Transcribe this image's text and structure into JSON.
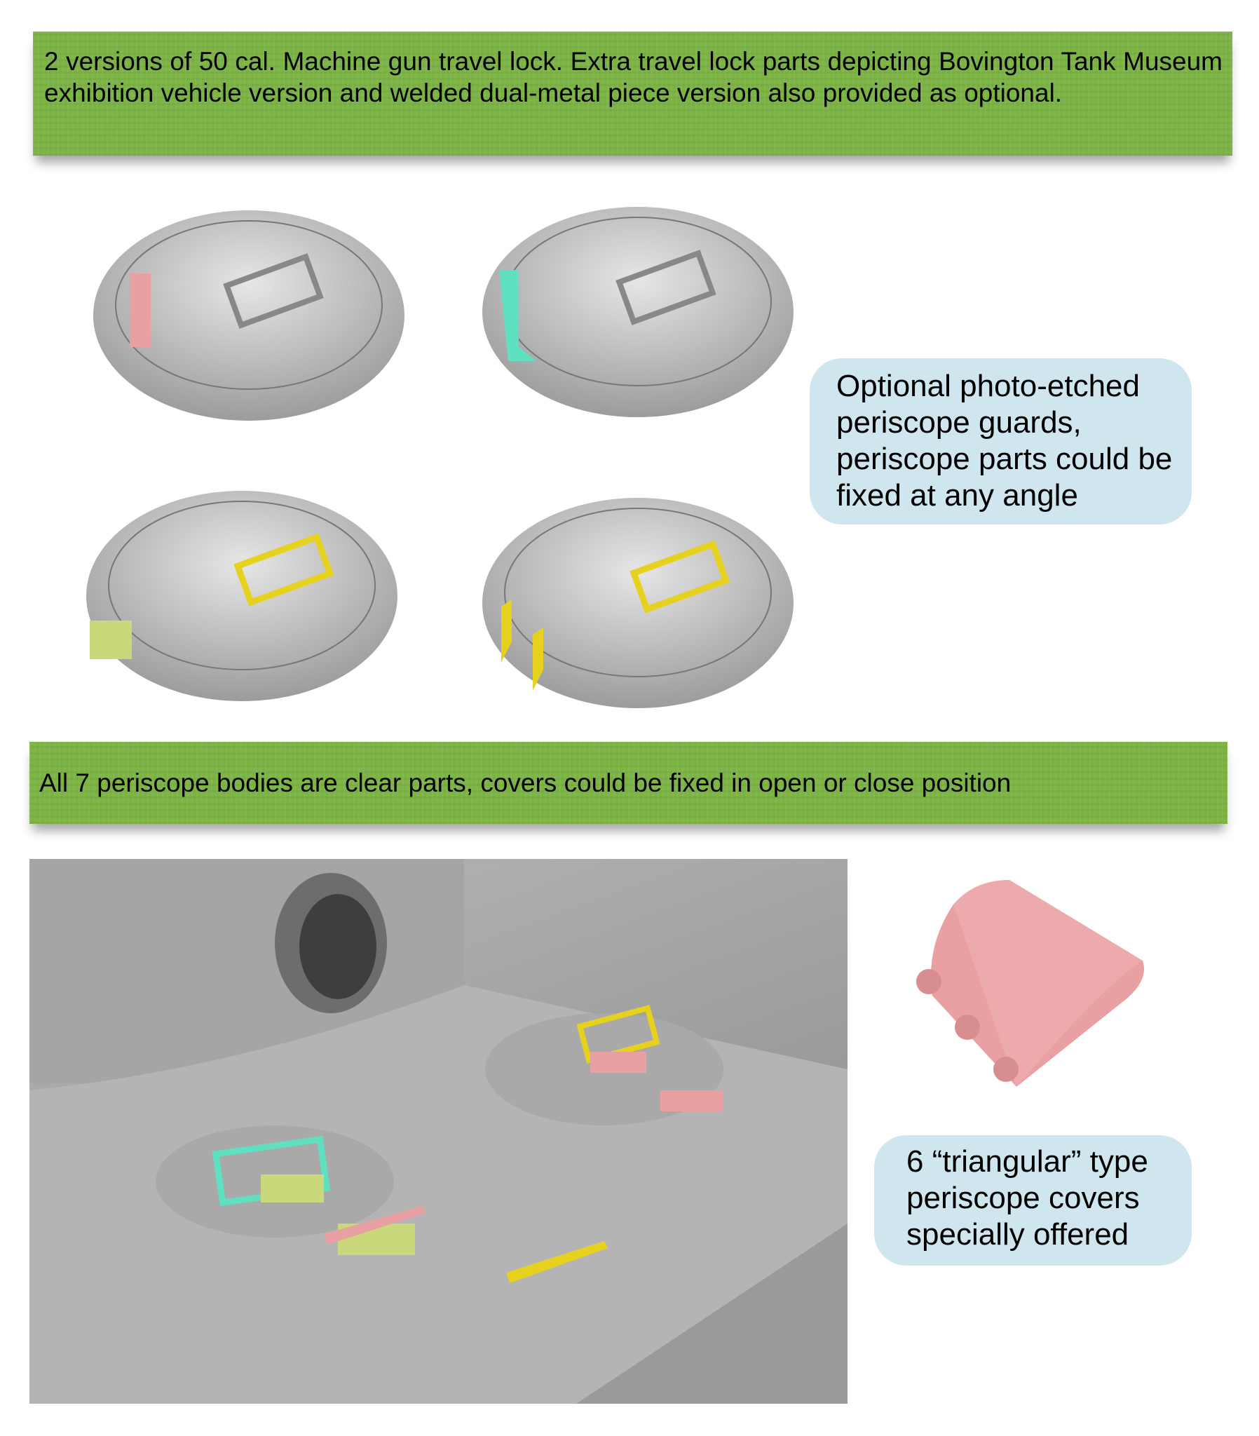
{
  "banner_top": {
    "text": "2 versions of 50 cal. Machine gun travel lock. Extra travel lock parts depicting Bovington Tank Museum exhibition vehicle version and welded dual-metal piece version also provided as optional."
  },
  "callout_guards": {
    "text": "Optional photo-etched periscope guards, periscope parts could be fixed at any angle"
  },
  "banner_middle": {
    "text": "All 7 periscope bodies are clear parts, covers could be fixed in open or close position"
  },
  "callout_covers": {
    "text": "6 “triangular” type periscope covers specially offered"
  },
  "colors": {
    "banner": "#7db446",
    "callout": "#cfe6ee",
    "pink_part": "#e9a0a2",
    "teal_part": "#5fe0c0",
    "yellow_part": "#e6d21e",
    "olive_part": "#c8d87a"
  }
}
